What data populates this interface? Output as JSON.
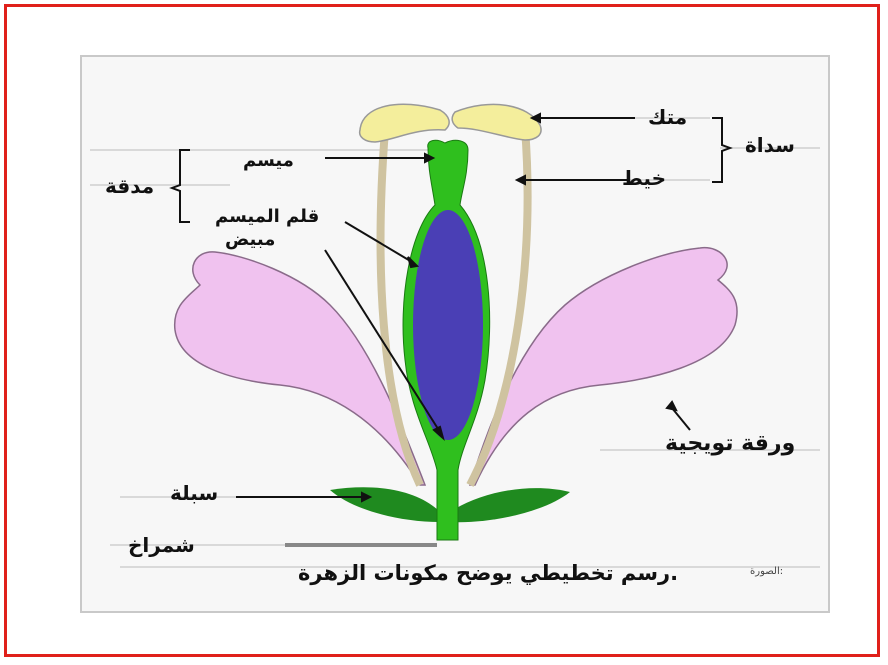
{
  "labels": {
    "anther": "متك",
    "stamen": "سداة",
    "filament": "خيط",
    "stigma": "ميسم",
    "pistil": "مدقة",
    "style": "قلم الميسم",
    "ovary": "مبيض",
    "petal": "ورقة تويجية",
    "sepal": "سبلة",
    "receptacle": "شمراخ",
    "caption_prefix": "الصورة:",
    "caption": "رسم تخطيطي يوضح مكونات الزهرة."
  },
  "colors": {
    "frame": "#e0201a",
    "anther": "#f4ee9c",
    "stem_green": "#2fbf1e",
    "ovary_purple": "#4a3fb5",
    "petal_pink": "#f0c2ef",
    "sepal_green": "#1f8a1f",
    "filament": "#cfc3a0"
  }
}
